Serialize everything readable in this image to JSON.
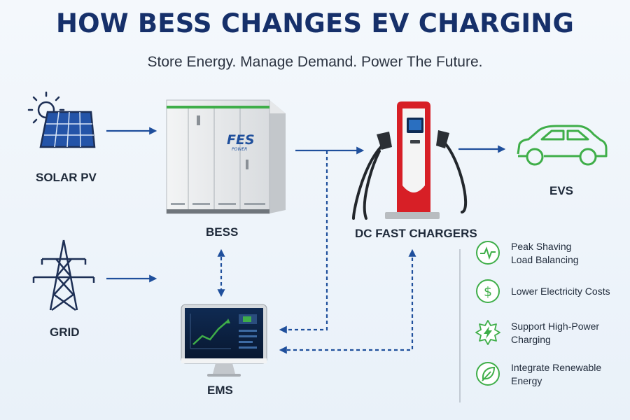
{
  "header": {
    "title": "HOW BESS CHANGES EV CHARGING",
    "subtitle": "Store Energy. Manage Demand. Power The Future."
  },
  "nodes": {
    "solar": "SOLAR PV",
    "grid": "GRID",
    "bess": "BESS",
    "bess_brand": "FES",
    "bess_brand_sub": "POWER",
    "ems": "EMS",
    "chargers": "DC FAST CHARGERS",
    "evs": "EVS"
  },
  "benefits": [
    {
      "line1": "Peak Shaving",
      "line2": "Load Balancing",
      "icon": "pulse-icon"
    },
    {
      "line1": "Lower Electricity Costs",
      "line2": "",
      "icon": "dollar-icon"
    },
    {
      "line1": "Support High-Power",
      "line2": "Charging",
      "icon": "lightning-icon"
    },
    {
      "line1": "Integrate Renewable",
      "line2": "Energy",
      "icon": "leaf-icon"
    }
  ],
  "colors": {
    "navy": "#16306a",
    "arrow": "#1f4f9c",
    "green": "#3fae49",
    "charger_red": "#d71f26"
  }
}
